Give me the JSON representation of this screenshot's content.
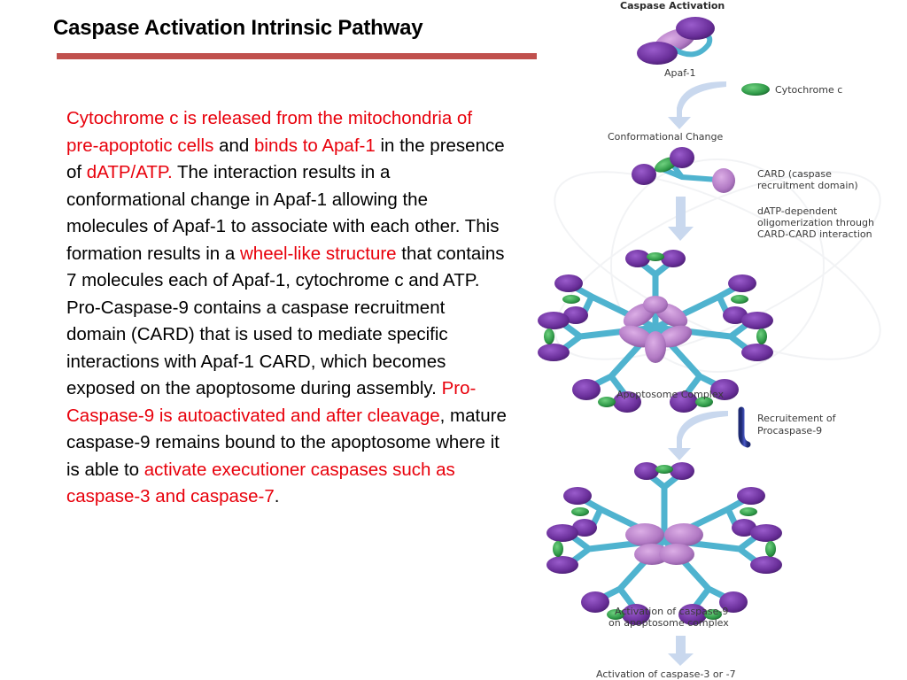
{
  "slide": {
    "title": "Caspase Activation Intrinsic Pathway",
    "rule_color": "#c0504d",
    "highlight_color": "#e8000b"
  },
  "body": {
    "segments": [
      {
        "text": "Cytochrome c is released from the mitochondria of pre-apoptotic cells",
        "highlight": true
      },
      {
        "text": " and ",
        "highlight": false
      },
      {
        "text": "binds to Apaf-1",
        "highlight": true
      },
      {
        "text": " in the presence of ",
        "highlight": false
      },
      {
        "text": "dATP/ATP.",
        "highlight": true
      },
      {
        "text": " The interaction results in a conformational change in Apaf-1 allowing the molecules of Apaf-1 to associate with each other. This formation results in a ",
        "highlight": false
      },
      {
        "text": "wheel-like structure",
        "highlight": true
      },
      {
        "text": " that contains 7 molecules each of Apaf-1, cytochrome c and ATP. Pro-Caspase-9 contains a caspase recruitment domain (CARD) that is used to mediate specific interactions with Apaf-1 CARD, which becomes exposed on the apoptosome during assembly. ",
        "highlight": false
      },
      {
        "text": "Pro-Caspase-9 is autoactivated and after cleavage",
        "highlight": true
      },
      {
        "text": ", mature caspase-9 remains bound to the apoptosome where it is able to ",
        "highlight": false
      },
      {
        "text": "activate executioner caspases such as caspase-3 and caspase-7",
        "highlight": true
      },
      {
        "text": ".",
        "highlight": false
      }
    ]
  },
  "diagram": {
    "heading": "Caspase Activation",
    "labels": {
      "apaf1": "Apaf-1",
      "cytochrome_c": "Cytochrome c",
      "conformational_change": "Conformational Change",
      "card_line1": "CARD (caspase",
      "card_line2": "recruitment domain)",
      "oligo_line1": "dATP-dependent",
      "oligo_line2": "oligomerization through",
      "oligo_line3": "CARD-CARD interaction",
      "apoptosome": "Apoptosome Complex",
      "recruit_line1": "Recruitement of",
      "recruit_line2": "Procaspase-9",
      "activation9_line1": "Activation of caspase-9",
      "activation9_line2": "on apoptosome complex",
      "activation37": "Activation of caspase-3 or -7"
    },
    "colors": {
      "apaf_purple": "#6a2f9a",
      "card_pink": "#b27ac4",
      "linker_cyan": "#4fb3cf",
      "cytochrome_green": "#2f9a48",
      "procaspase_blue": "#2f3f9a",
      "arrow_blue": "#c9d8ee"
    }
  }
}
